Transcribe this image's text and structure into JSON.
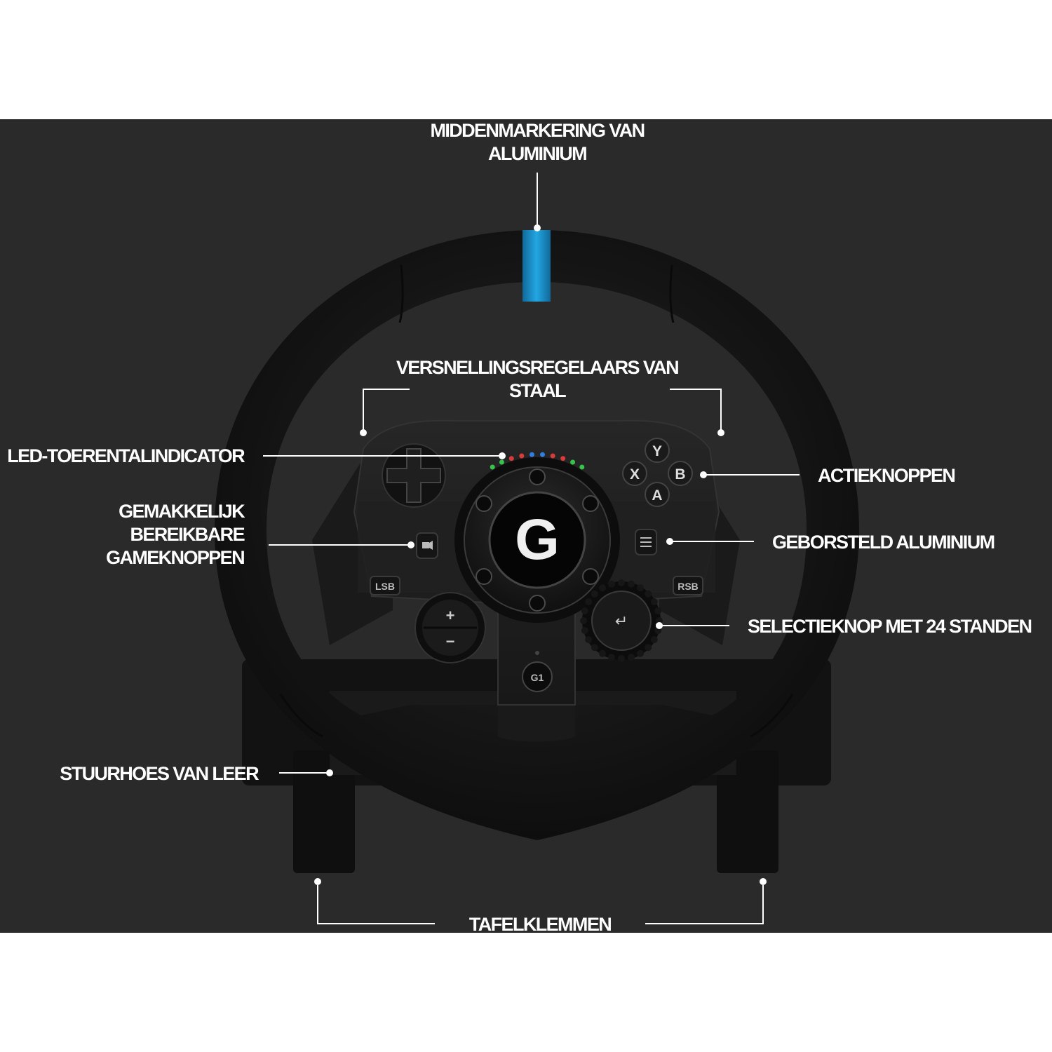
{
  "labels": {
    "center_marker": [
      "MIDDENMARKERING VAN",
      "ALUMINIUM"
    ],
    "shifters": [
      "VERSNELLINGSREGELAARS VAN",
      "STAAL"
    ],
    "led_indicator": "LED-TOERENTALINDICATOR",
    "game_buttons": [
      "GEMAKKELIJK",
      "BEREIKBARE",
      "GAMEKNOPPEN"
    ],
    "action_buttons": "ACTIEKNOPPEN",
    "brushed_aluminium": "GEBORSTELD ALUMINIUM",
    "selector_dial": "SELECTIEKNOP MET 24 STANDEN",
    "leather_cover": "STUURHOES VAN LEER",
    "table_clamps": "TAFELKLEMMEN"
  },
  "wheel": {
    "face_buttons": {
      "y": "Y",
      "x": "X",
      "b": "B",
      "a": "A"
    },
    "lsb": "LSB",
    "rsb": "RSB",
    "g1": "G1",
    "plus": "+",
    "minus": "−",
    "enter": "↵",
    "logo": "G"
  },
  "colors": {
    "background": "#2a2a2a",
    "center_stripe": "#1a8fc9",
    "leather": "#151515",
    "led": [
      "#37c24a",
      "#37c24a",
      "#d93a3a",
      "#d93a3a",
      "#2f7fe0",
      "#2f7fe0",
      "#d93a3a",
      "#d93a3a",
      "#37c24a",
      "#37c24a"
    ]
  }
}
